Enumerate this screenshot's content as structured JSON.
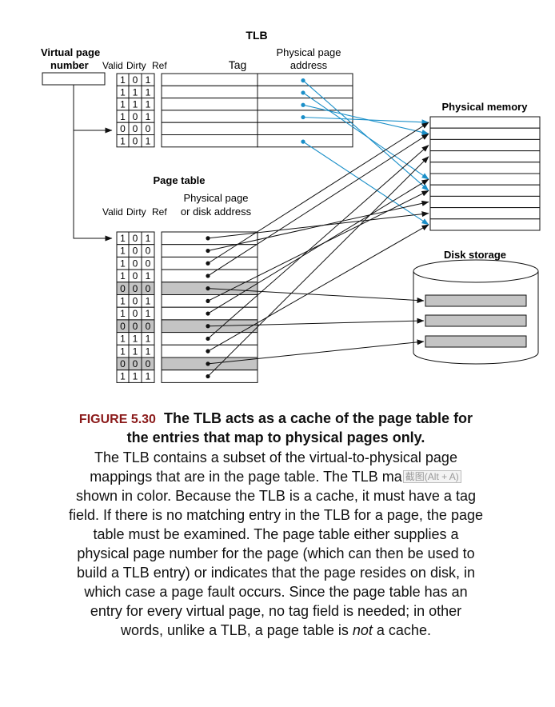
{
  "tlb": {
    "title": "TLB",
    "vpn_label_line1": "Virtual page",
    "vpn_label_line2": "number",
    "col_valid": "Valid",
    "col_dirty": "Dirty",
    "col_ref": "Ref",
    "col_tag": "Tag",
    "col_addr_line1": "Physical page",
    "col_addr_line2": "address",
    "rows": [
      [
        "1",
        "0",
        "1"
      ],
      [
        "1",
        "1",
        "1"
      ],
      [
        "1",
        "1",
        "1"
      ],
      [
        "1",
        "0",
        "1"
      ],
      [
        "0",
        "0",
        "0"
      ],
      [
        "1",
        "0",
        "1"
      ]
    ]
  },
  "page_table": {
    "title": "Page table",
    "col_valid": "Valid",
    "col_dirty": "Dirty",
    "col_ref": "Ref",
    "col_addr_line1": "Physical page",
    "col_addr_line2": "or disk address",
    "rows": [
      [
        "1",
        "0",
        "1"
      ],
      [
        "1",
        "0",
        "0"
      ],
      [
        "1",
        "0",
        "0"
      ],
      [
        "1",
        "0",
        "1"
      ],
      [
        "0",
        "0",
        "0"
      ],
      [
        "1",
        "0",
        "1"
      ],
      [
        "1",
        "0",
        "1"
      ],
      [
        "0",
        "0",
        "0"
      ],
      [
        "1",
        "1",
        "1"
      ],
      [
        "1",
        "1",
        "1"
      ],
      [
        "0",
        "0",
        "0"
      ],
      [
        "1",
        "1",
        "1"
      ]
    ]
  },
  "physical_memory": {
    "label": "Physical memory"
  },
  "disk_storage": {
    "label": "Disk storage"
  },
  "colors": {
    "tlb_mapping": "#1a8fc8",
    "invalid_row_fill": "#c4c4c4",
    "figure_number": "#8b1a1a"
  },
  "caption": {
    "figure_number": "FIGURE 5.30",
    "title": "The TLB acts as a cache of the page table for the entries that map to physical pages only.",
    "body_1": "The TLB contains a subset of the virtual-to-physical page mappings that are in the page table. The TLB ma",
    "tooltip": "截图(Alt + A)",
    "body_2": " shown in color. Because the TLB is a cache, it must have a tag field. If there is no matching entry in the TLB for a page, the page table must be examined. The page table either supplies a physical page number for the page (which can then be used to build a TLB entry) or indicates that the page resides on disk, in which case a page fault occurs. Since the page table has an entry for every virtual page, no tag field is needed; in other words, unlike a TLB, a page table is ",
    "emphasis": "not",
    "body_end": " a cache."
  }
}
